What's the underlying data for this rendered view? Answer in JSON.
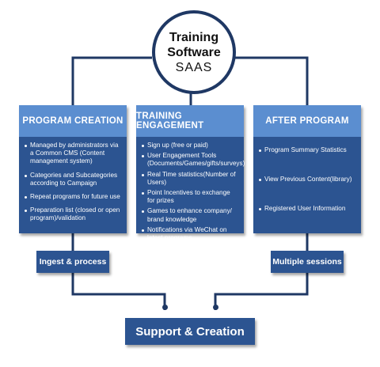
{
  "hub": {
    "line1": "Training",
    "line2": "Software",
    "line3": "SAAS"
  },
  "panels": [
    {
      "title": "PROGRAM CREATION",
      "items": [
        "Managed by administrators via a Common CMS (Content management system)",
        "Categories and Subcategories according to Campaign",
        "Repeat programs for future use",
        "Preparation list (closed or open program)/validation"
      ]
    },
    {
      "title": "TRAINING ENGAGEMENT",
      "items": [
        "Sign up (free or paid)",
        "User Engagement Tools (Documents/Games/gifts/surveys)",
        "Real Time statistics(Number of Users)",
        "Point Incentives to exchange for prizes",
        "Games to enhance company/ brand knowledge",
        "Notifications via WeChat on latest programs"
      ]
    },
    {
      "title": "AFTER PROGRAM",
      "items": [
        "Program Summary Statistics",
        "View Previous Content(library)",
        "Registered User Information"
      ]
    }
  ],
  "left_box": "Ingest & process",
  "right_box": "Multiple sessions",
  "bottom_box": "Support & Creation",
  "colors": {
    "panel": "#2c5491",
    "panel_header": "#5b8ed0",
    "line": "#1f3864"
  }
}
